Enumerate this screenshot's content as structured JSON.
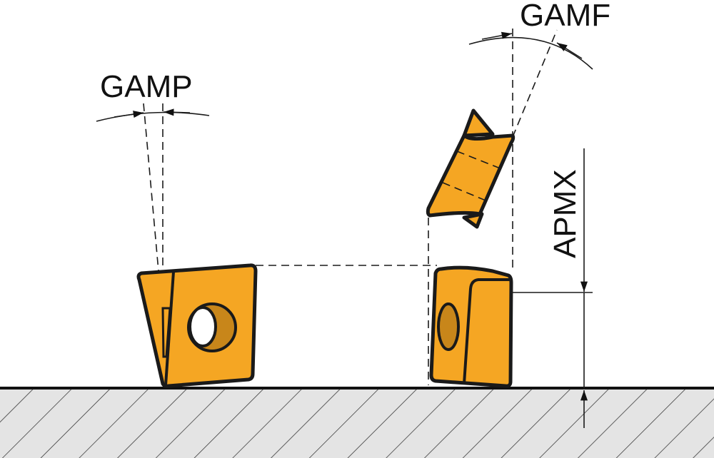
{
  "labels": {
    "gamp": "GAMP",
    "gamf": "GAMF",
    "apmx": "APMX"
  },
  "colors": {
    "insert": "#f5a623",
    "insert_shadow": "#c8861a",
    "workpiece": "#e4e4e4",
    "outline": "#1a1a1a"
  }
}
